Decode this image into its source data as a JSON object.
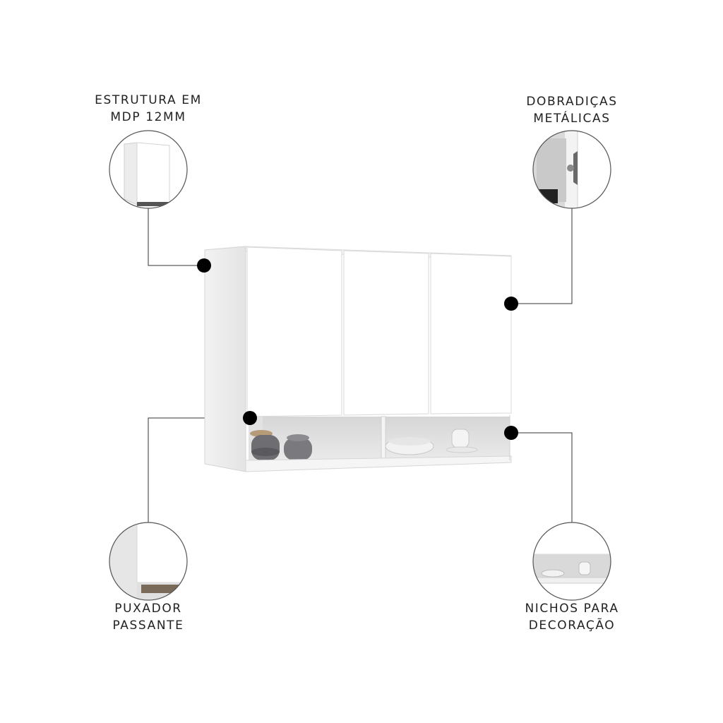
{
  "features": [
    {
      "id": "estrutura",
      "line1": "ESTRUTURA EM",
      "line2": "MDP 12MM",
      "icon": "cabinet-side-panel-icon"
    },
    {
      "id": "dobradicas",
      "line1": "DOBRADIÇAS",
      "line2": "METÁLICAS",
      "icon": "metal-hinge-icon"
    },
    {
      "id": "puxador",
      "line1": "PUXADOR",
      "line2": "PASSANTE",
      "icon": "pass-through-handle-icon"
    },
    {
      "id": "nichos",
      "line1": "NICHOS PARA",
      "line2": "DECORAÇÃO",
      "icon": "decor-niche-icon"
    }
  ],
  "colors": {
    "text": "#222222",
    "cabinet": "#ffffff",
    "cabinet_edge": "#d9d9d9",
    "dot": "#000000",
    "circle_border": "#555555"
  }
}
